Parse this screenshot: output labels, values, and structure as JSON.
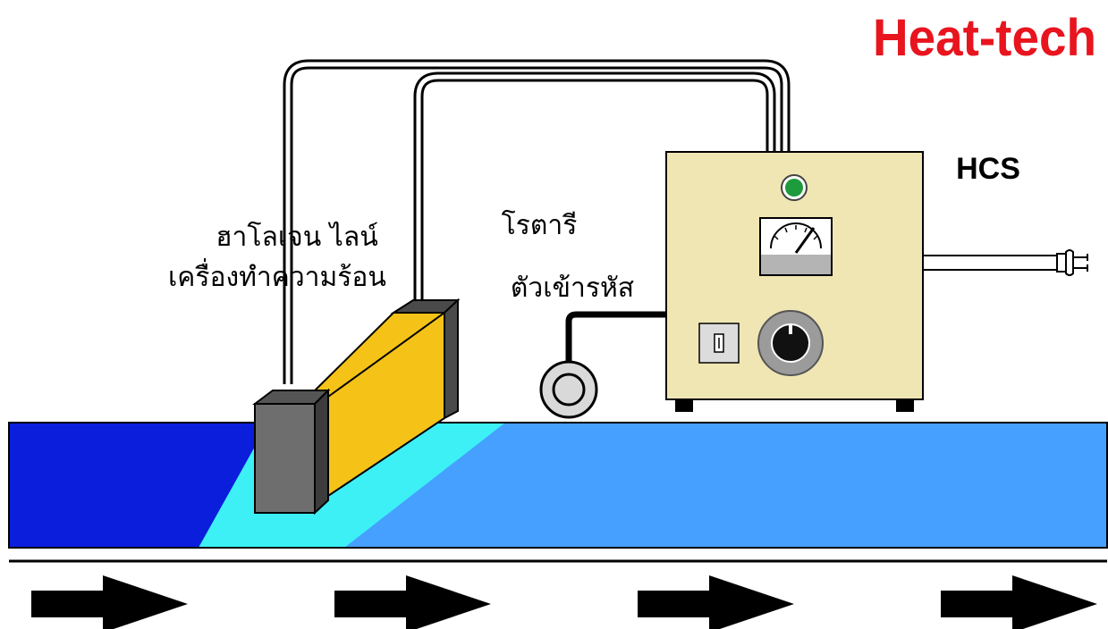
{
  "brand": {
    "name": "Heat-tech",
    "color": "#e8141e"
  },
  "labels": {
    "heater_line1": "ฮาโลเจน ไลน์",
    "heater_line2": "เครื่องทำความร้อน",
    "encoder_line1": "โรตารี",
    "encoder_line2": "ตัวเข้ารหัส",
    "controller": "HCS"
  },
  "colors": {
    "conveyor_unheated": "#0a1edc",
    "conveyor_heated": "#46a0ff",
    "heat_zone": "#3cf0f5",
    "heater_body": "#f5c317",
    "heater_end_caps": "#6e6e6e",
    "controller_body": "#f0e6b4",
    "indicator_lamp": "#1e9b3c",
    "direction_arrows": "#000000"
  },
  "icons": [
    "power-plug-icon",
    "analog-meter-icon",
    "toggle-switch-icon",
    "control-knob-icon",
    "indicator-lamp-icon",
    "direction-arrow-icon"
  ]
}
